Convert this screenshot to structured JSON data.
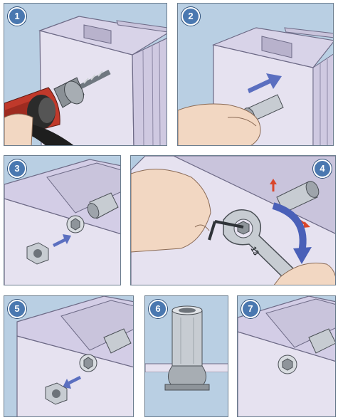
{
  "steps": [
    {
      "number": "1"
    },
    {
      "number": "2"
    },
    {
      "number": "3"
    },
    {
      "number": "4",
      "wrench_marking": "13"
    },
    {
      "number": "5"
    },
    {
      "number": "6"
    },
    {
      "number": "7"
    }
  ],
  "colors": {
    "panel_background": "#b9cfe3",
    "profile": "#e6e2f0",
    "profile_shade": "#c9c4dc",
    "badge": "#4a78b0",
    "motion_arrow": "#5b6fc0",
    "drill_body": "#c0392b",
    "skin": "#f2d7c2"
  },
  "icons": [
    "drill-icon",
    "rivet-nut-icon",
    "hex-nut-icon",
    "wrench-icon",
    "hex-key-icon",
    "hand-icon",
    "arrow-icon"
  ]
}
